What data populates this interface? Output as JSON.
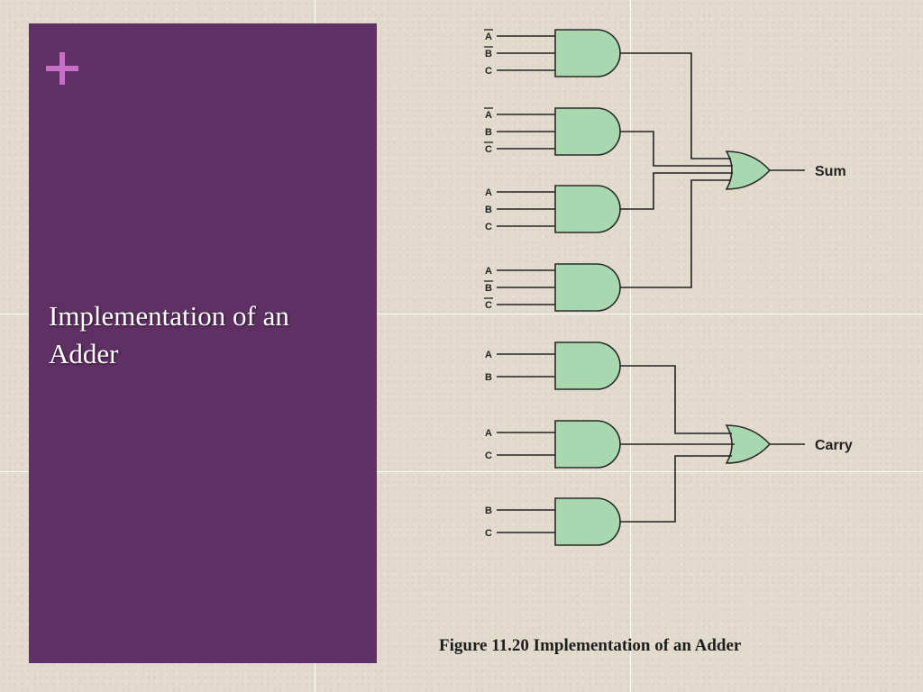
{
  "slide": {
    "title": "Implementation of an Adder",
    "accent_color": "#c86fc8",
    "panel_color": "#5e3063"
  },
  "figure": {
    "caption": "Figure 11.20  Implementation of an Adder"
  },
  "circuit": {
    "gate_color": "#a9d8b0",
    "outputs": {
      "sum": "Sum",
      "carry": "Carry"
    },
    "sum_and_gates": [
      {
        "inputs": [
          {
            "label": "A",
            "negated": true
          },
          {
            "label": "B",
            "negated": true
          },
          {
            "label": "C",
            "negated": false
          }
        ]
      },
      {
        "inputs": [
          {
            "label": "A",
            "negated": true
          },
          {
            "label": "B",
            "negated": false
          },
          {
            "label": "C",
            "negated": true
          }
        ]
      },
      {
        "inputs": [
          {
            "label": "A",
            "negated": false
          },
          {
            "label": "B",
            "negated": false
          },
          {
            "label": "C",
            "negated": false
          }
        ]
      },
      {
        "inputs": [
          {
            "label": "A",
            "negated": false
          },
          {
            "label": "B",
            "negated": true
          },
          {
            "label": "C",
            "negated": true
          }
        ]
      }
    ],
    "carry_and_gates": [
      {
        "inputs": [
          {
            "label": "A",
            "negated": false
          },
          {
            "label": "B",
            "negated": false
          }
        ]
      },
      {
        "inputs": [
          {
            "label": "A",
            "negated": false
          },
          {
            "label": "C",
            "negated": false
          }
        ]
      },
      {
        "inputs": [
          {
            "label": "B",
            "negated": false
          },
          {
            "label": "C",
            "negated": false
          }
        ]
      }
    ]
  }
}
